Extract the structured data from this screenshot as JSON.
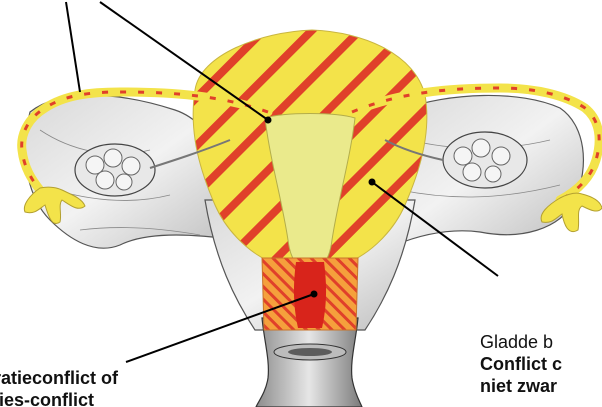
{
  "labels": {
    "left_line1": "ratieconflict of",
    "left_line2": "lies-conflict",
    "right_line1": "Gladde b",
    "right_line2": "Conflict c",
    "right_line3": "niet zwar"
  },
  "colors": {
    "tube_fill": "#f3e34a",
    "hatch_red": "#e0402a",
    "cervix_orange": "#f08a2a",
    "cervix_red": "#d8241b",
    "canal_yellow": "#eaea8c",
    "outline": "#333333",
    "leader_line": "#000000"
  }
}
